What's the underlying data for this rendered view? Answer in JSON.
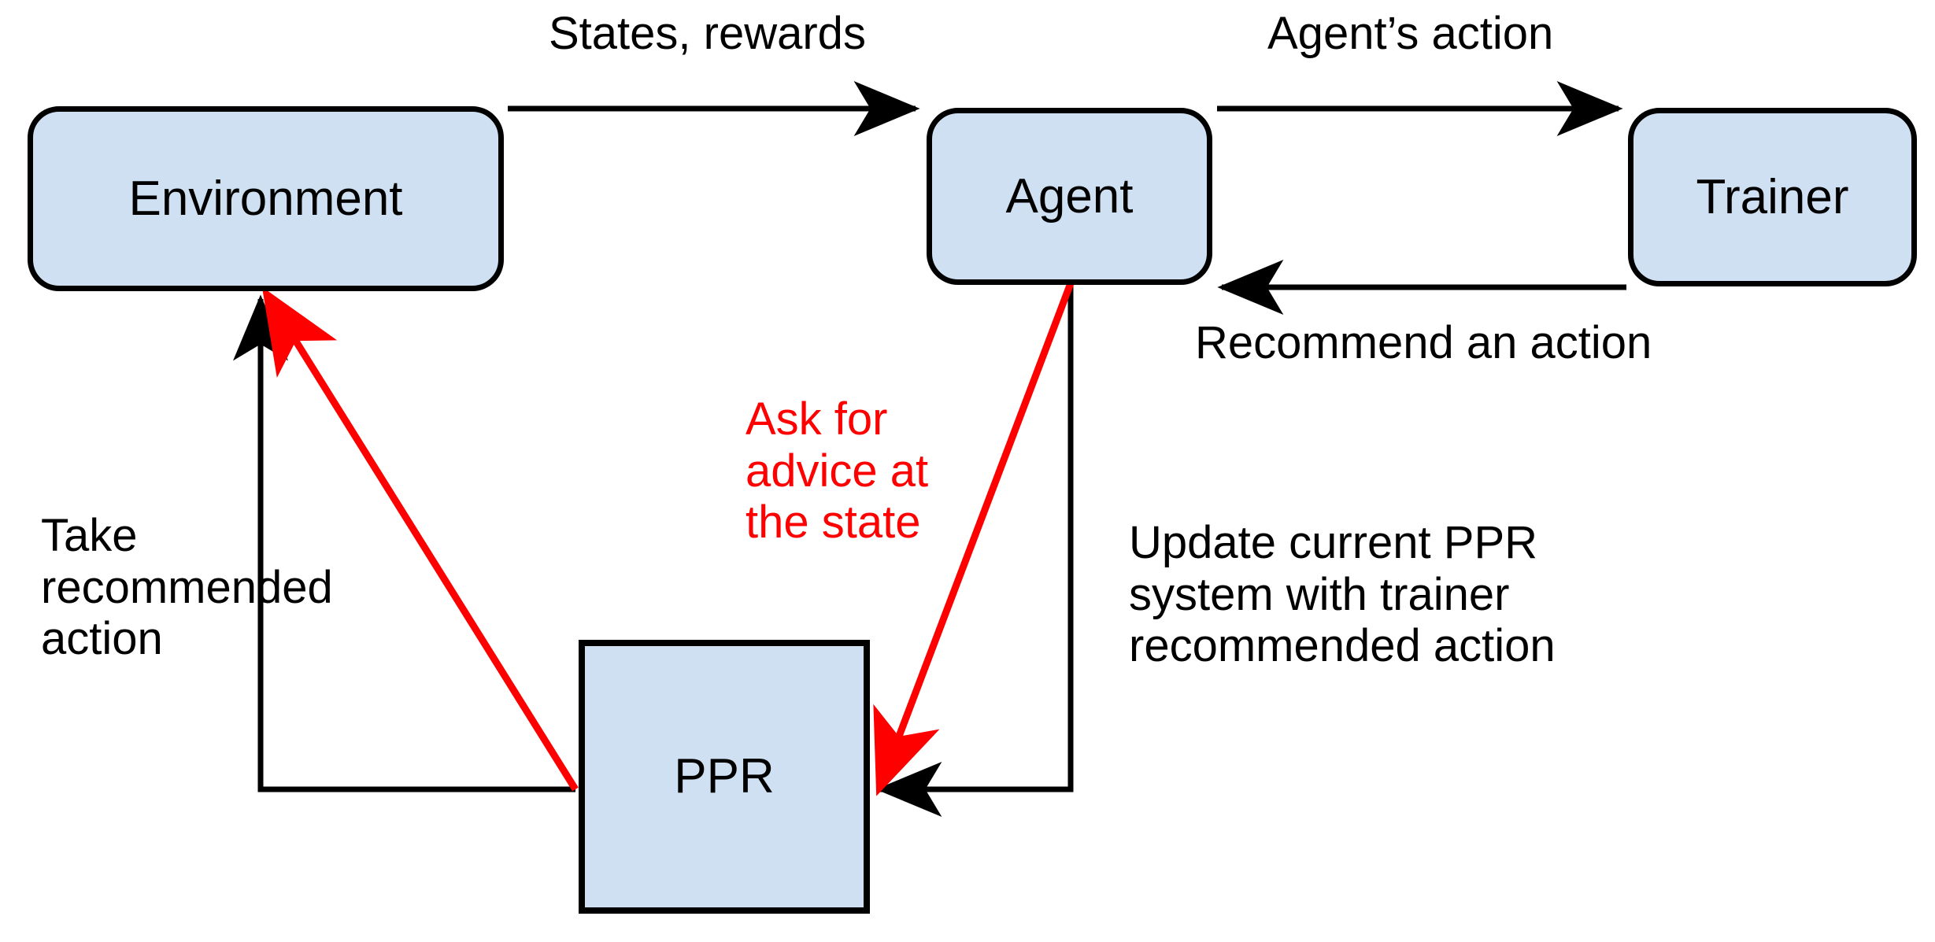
{
  "diagram": {
    "title": "PPR advice-taking reinforcement learning loop",
    "colors": {
      "node_fill": "#cfe0f2",
      "node_stroke": "#000000",
      "black_edge": "#000000",
      "red_edge": "#fe0000",
      "background": "#ffffff"
    },
    "nodes": [
      {
        "id": "environment",
        "label": "Environment",
        "shape": "rounded-rect"
      },
      {
        "id": "agent",
        "label": "Agent",
        "shape": "rounded-rect"
      },
      {
        "id": "trainer",
        "label": "Trainer",
        "shape": "rounded-rect"
      },
      {
        "id": "ppr",
        "label": "PPR",
        "shape": "rect"
      }
    ],
    "edges": [
      {
        "id": "env-to-agent",
        "from": "environment",
        "to": "agent",
        "label": "States, rewards",
        "color": "#000000"
      },
      {
        "id": "agent-to-trainer",
        "from": "agent",
        "to": "trainer",
        "label": "Agent’s action",
        "color": "#000000"
      },
      {
        "id": "trainer-to-agent",
        "from": "trainer",
        "to": "agent",
        "label": "Recommend an action",
        "color": "#000000"
      },
      {
        "id": "agent-to-ppr",
        "from": "agent",
        "to": "ppr",
        "label": "Update current PPR\nsystem with trainer\nrecommended action",
        "color": "#000000"
      },
      {
        "id": "agent-ask-ppr",
        "from": "agent",
        "to": "ppr",
        "label": "Ask for\nadvice at\nthe state",
        "color": "#fe0000"
      },
      {
        "id": "ppr-to-env",
        "from": "ppr",
        "to": "environment",
        "label": "Take\nrecommended\naction",
        "color": "#000000"
      },
      {
        "id": "ppr-advice-env",
        "from": "ppr",
        "to": "environment",
        "label": "",
        "color": "#fe0000"
      }
    ],
    "labels": {
      "states_rewards": "States, rewards",
      "agents_action": "Agent’s action",
      "recommend_an_action": "Recommend an action",
      "ask_for_advice": "Ask for\nadvice at\nthe state",
      "update_ppr": "Update current PPR\nsystem with trainer\nrecommended action",
      "take_recommended_action": "Take\nrecommended\naction"
    }
  }
}
